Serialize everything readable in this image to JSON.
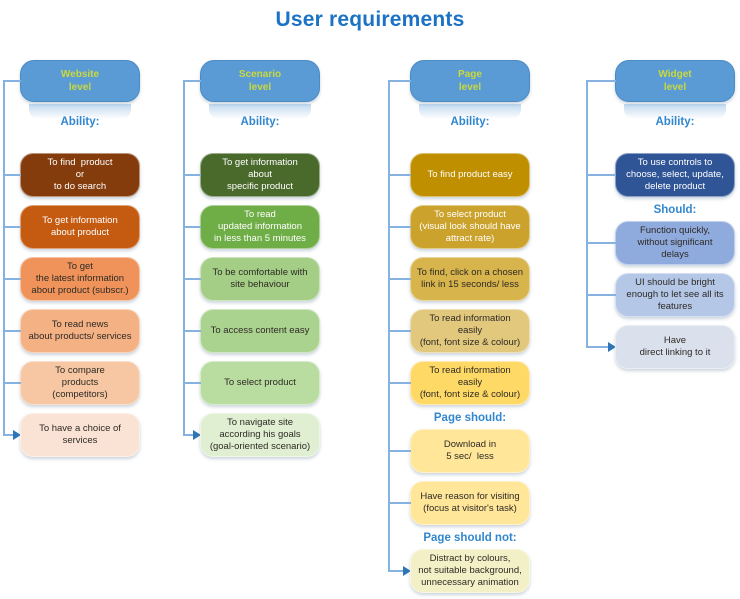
{
  "title": "User requirements",
  "colors": {
    "title": "#1C72C4",
    "heading": "#3187CE",
    "header-bg": "#5B9BD5",
    "header-border": "#4A8BC4",
    "header-text": "#CAD93C",
    "rail-color": "#85B2E0",
    "arrow": "#2E75B6",
    "canvas-bg": "#FFFFFF"
  },
  "columns": [
    {
      "id": "website-level",
      "header": [
        "Website",
        "level"
      ],
      "items": [
        {
          "type": "heading",
          "text": "Ability:"
        },
        {
          "type": "box",
          "lines": [
            "To find  product",
            "or",
            "to do search"
          ],
          "bg": "#843C0C",
          "fg": "#FFFFFF"
        },
        {
          "type": "box",
          "lines": [
            "To get information",
            "about product"
          ],
          "bg": "#C55A11",
          "fg": "#FFFFFF"
        },
        {
          "type": "box",
          "lines": [
            "To get",
            "the latest information",
            "about product (subscr.)"
          ],
          "bg": "#EF935A",
          "fg": "#2E2A25"
        },
        {
          "type": "box",
          "lines": [
            "To read news",
            "about products/ services"
          ],
          "bg": "#F4B183",
          "fg": "#2E2A25"
        },
        {
          "type": "box",
          "lines": [
            "To compare",
            "products",
            "(competitors)"
          ],
          "bg": "#F6C7A2",
          "fg": "#2E2A25"
        },
        {
          "type": "box",
          "lines": [
            "To have a choice of",
            "services"
          ],
          "bg": "#FAE3D4",
          "fg": "#2E2A25"
        }
      ]
    },
    {
      "id": "scenario-level",
      "header": [
        "Scenario",
        "level"
      ],
      "items": [
        {
          "type": "heading",
          "text": "Ability:"
        },
        {
          "type": "box",
          "lines": [
            "To get information",
            "about",
            "specific product"
          ],
          "bg": "#4A6A2C",
          "fg": "#FFFFFF"
        },
        {
          "type": "box",
          "lines": [
            "To read",
            "updated information",
            "in less than 5 minutes"
          ],
          "bg": "#6FAD47",
          "fg": "#FFFFFF"
        },
        {
          "type": "box",
          "lines": [
            "To be comfortable with",
            "site behaviour"
          ],
          "bg": "#A4CE86",
          "fg": "#2E2A25"
        },
        {
          "type": "box",
          "lines": [
            "To access content easy"
          ],
          "bg": "#ABD390",
          "fg": "#2E2A25"
        },
        {
          "type": "box",
          "lines": [
            "To select product"
          ],
          "bg": "#B9DCA0",
          "fg": "#2E2A25"
        },
        {
          "type": "box",
          "lines": [
            "To navigate site",
            "according his goals",
            "(goal-oriented scenario)"
          ],
          "bg": "#E0EFD2",
          "fg": "#2E2A25"
        }
      ]
    },
    {
      "id": "page-level",
      "header": [
        "Page",
        "level"
      ],
      "items": [
        {
          "type": "heading",
          "text": "Ability:"
        },
        {
          "type": "box",
          "lines": [
            "To find product easy"
          ],
          "bg": "#BF8F00",
          "fg": "#FFFFFF"
        },
        {
          "type": "box",
          "lines": [
            "To select product",
            "(visual look should have",
            "attract rate)"
          ],
          "bg": "#CBA22B",
          "fg": "#FFFFFF"
        },
        {
          "type": "box",
          "lines": [
            "To find, click on a chosen",
            "link in 15 seconds/ less"
          ],
          "bg": "#D7B44C",
          "fg": "#2E2A25"
        },
        {
          "type": "box",
          "lines": [
            "To read information",
            "easily",
            "(font, font size & colour)"
          ],
          "bg": "#E2C87D",
          "fg": "#2E2A25"
        },
        {
          "type": "box",
          "lines": [
            "To read information",
            "easily",
            "(font, font size & colour)"
          ],
          "bg": "#FFD966",
          "fg": "#2E2A25"
        },
        {
          "type": "heading",
          "text": "Page should:"
        },
        {
          "type": "box",
          "lines": [
            "Download in",
            "5 sec/  less"
          ],
          "bg": "#FFE699",
          "fg": "#2E2A25"
        },
        {
          "type": "box",
          "lines": [
            "Have reason for visiting",
            "(focus at visitor's task)"
          ],
          "bg": "#FFE699",
          "fg": "#2E2A25"
        },
        {
          "type": "heading",
          "text": "Page should not:"
        },
        {
          "type": "box",
          "lines": [
            "Distract by colours,",
            "not suitable background,",
            "unnecessary animation"
          ],
          "bg": "#F3F0C7",
          "fg": "#2E2A25"
        }
      ]
    },
    {
      "id": "widget-level",
      "header": [
        "Widget",
        "level"
      ],
      "items": [
        {
          "type": "heading",
          "text": "Ability:"
        },
        {
          "type": "box",
          "lines": [
            "To use controls to",
            "choose, select, update,",
            "delete product"
          ],
          "bg": "#2F5597",
          "fg": "#FFFFFF"
        },
        {
          "type": "heading",
          "text": "Should:"
        },
        {
          "type": "box",
          "lines": [
            "Function quickly,",
            "without significant",
            "delays"
          ],
          "bg": "#8FAADC",
          "fg": "#2E2A25"
        },
        {
          "type": "box",
          "lines": [
            "UI should be bright",
            "enough to let see all its",
            "features"
          ],
          "bg": "#B4C7E7",
          "fg": "#2E2A25"
        },
        {
          "type": "box",
          "lines": [
            "Have",
            "direct linking to it"
          ],
          "bg": "#DAE0EC",
          "fg": "#2E2A25"
        }
      ]
    }
  ]
}
